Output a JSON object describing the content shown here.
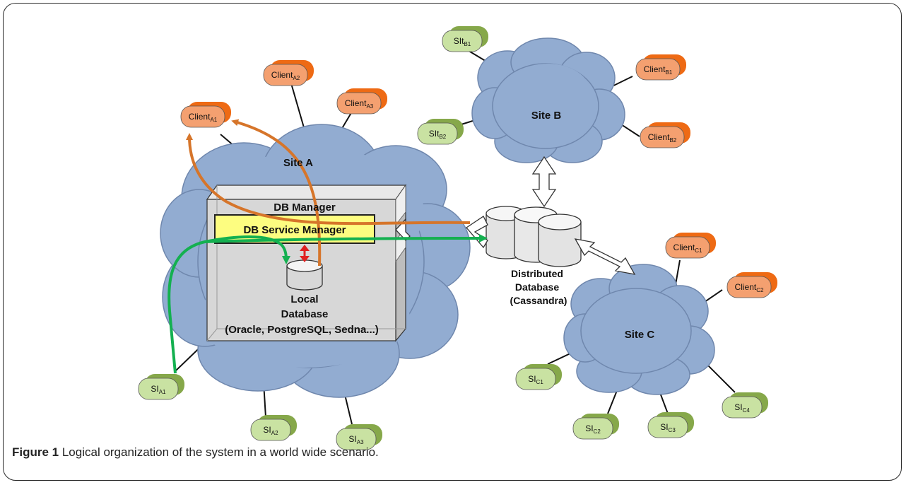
{
  "colors": {
    "cloud": "#92acd1",
    "cloud_stroke": "#6f87ad",
    "client": "#f4a070",
    "client_back": "#ee6a14",
    "sensor": "#c9e2a2",
    "sensor_back": "#86a84a",
    "service_manager": "#fdfd80",
    "db_box": "#d7d7d7",
    "orange_flow": "#d6752a",
    "green_flow": "#14b050",
    "red_arrow": "#e02020"
  },
  "sites": {
    "a": "Site A",
    "b": "Site B",
    "c": "Site C"
  },
  "db_manager": {
    "title": "DB Manager",
    "service_manager": "DB Service Manager",
    "local_db_line1": "Local",
    "local_db_line2": "Database",
    "local_db_line3": "(Oracle, PostgreSQL, Sedna...)"
  },
  "distributed_db": {
    "line1": "Distributed",
    "line2": "Database",
    "line3": "(Cassandra)"
  },
  "nodes": {
    "client_a1": {
      "base": "Client",
      "sub": "A1"
    },
    "client_a2": {
      "base": "Client",
      "sub": "A2"
    },
    "client_a3": {
      "base": "Client",
      "sub": "A3"
    },
    "client_b1": {
      "base": "Client",
      "sub": "B1"
    },
    "client_b2": {
      "base": "Client",
      "sub": "B2"
    },
    "client_c1": {
      "base": "Client",
      "sub": "C1"
    },
    "client_c2": {
      "base": "Client",
      "sub": "C2"
    },
    "sit_b1": {
      "base": "SIt",
      "sub": "B1"
    },
    "sit_b2": {
      "base": "SIt",
      "sub": "B2"
    },
    "si_a1": {
      "base": "SI",
      "sub": "A1"
    },
    "si_a2": {
      "base": "SI",
      "sub": "A2"
    },
    "si_a3": {
      "base": "SI",
      "sub": "A3"
    },
    "si_c1": {
      "base": "SI",
      "sub": "C1"
    },
    "si_c2": {
      "base": "SI",
      "sub": "C2"
    },
    "si_c3": {
      "base": "SI",
      "sub": "C3"
    },
    "si_c4": {
      "base": "SI",
      "sub": "C4"
    }
  },
  "caption": {
    "label": "Figure 1",
    "text": " Logical organization of the system in a world wide scenario."
  }
}
